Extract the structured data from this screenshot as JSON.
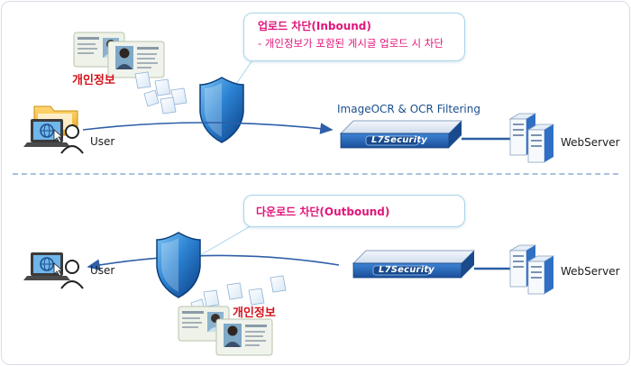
{
  "inbound": {
    "callout_title": "업로드 차단(Inbound)",
    "callout_item": "- 개인정보가 포함된 게시글 업로드 시 차단",
    "pii_label": "개인정보",
    "filter_label": "ImageOCR & OCR Filtering",
    "appliance_logo": "L7Security",
    "user_label": "User",
    "server_label": "WebServer"
  },
  "outbound": {
    "callout_title": "다운로드 차단(Outbound)",
    "pii_label": "개인정보",
    "appliance_logo": "L7Security",
    "user_label": "User",
    "server_label": "WebServer"
  },
  "colors": {
    "flow_arrow": "#2f5fa8",
    "shield_blue": "#1d6fc4",
    "appliance_blue": "#2a6bc0",
    "callout_border": "#a9d7ea",
    "highlight_pink": "#e0167a",
    "pii_red": "#d2121d"
  },
  "icons": [
    "user-computer-icon",
    "folder-icon",
    "id-card-icon",
    "document-icon",
    "shield-icon",
    "security-appliance-icon",
    "server-icon"
  ]
}
